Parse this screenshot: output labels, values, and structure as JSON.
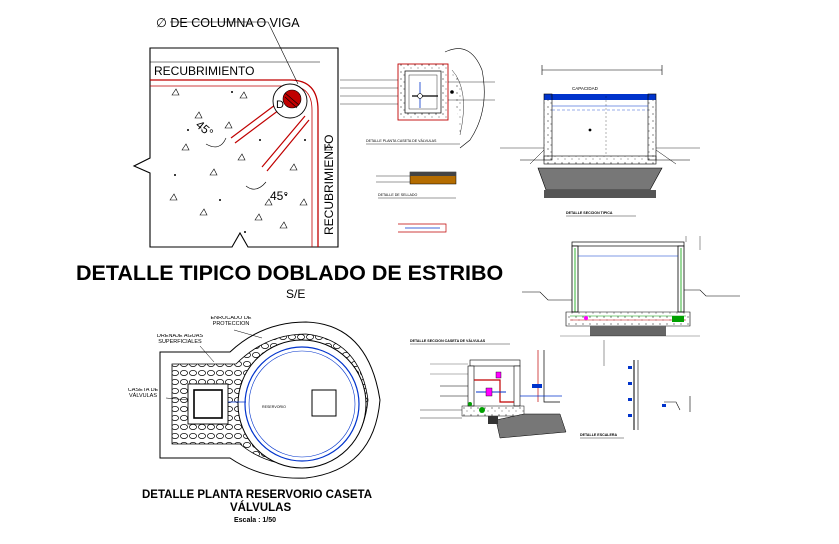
{
  "detalle_estribo": {
    "top_label": "∅ DE COLUMNA O VIGA",
    "recubrimiento_h": "RECUBRIMIENTO",
    "recubrimiento_v": "RECUBRIMIENTO",
    "angle_1": "45°",
    "angle_2": "45°",
    "d_label": "D",
    "title": "DETALLE TIPICO DOBLADO DE ESTRIBO",
    "scale": "S/E"
  },
  "planta": {
    "enrocado": "ENROCADO DE PROTECCION",
    "drenaje": "DRENAJE AGUAS SUPERFICIALES",
    "caseta": "CASETA DE VÁLVULAS",
    "reservorio": "RESERVORIO",
    "title_line1": "DETALLE PLANTA  RESERVORIO CASETA",
    "title_line2": "VÁLVULAS",
    "scale": "Escala : 1/50"
  },
  "small_titles": {
    "caseta_valvulas_planta": "DETALLE PLANTA CASETA DE VÁLVULAS",
    "sellado": "DETALLE DE SELLADO",
    "seccion_tipica": "DETALLE SECCION TIPICA",
    "seccion_caseta": "DETALLE SECCION CASETA DE VÁLVULAS",
    "escalera": "DETALLE ESCALERA",
    "capacidad": "CAPACIDAD"
  }
}
